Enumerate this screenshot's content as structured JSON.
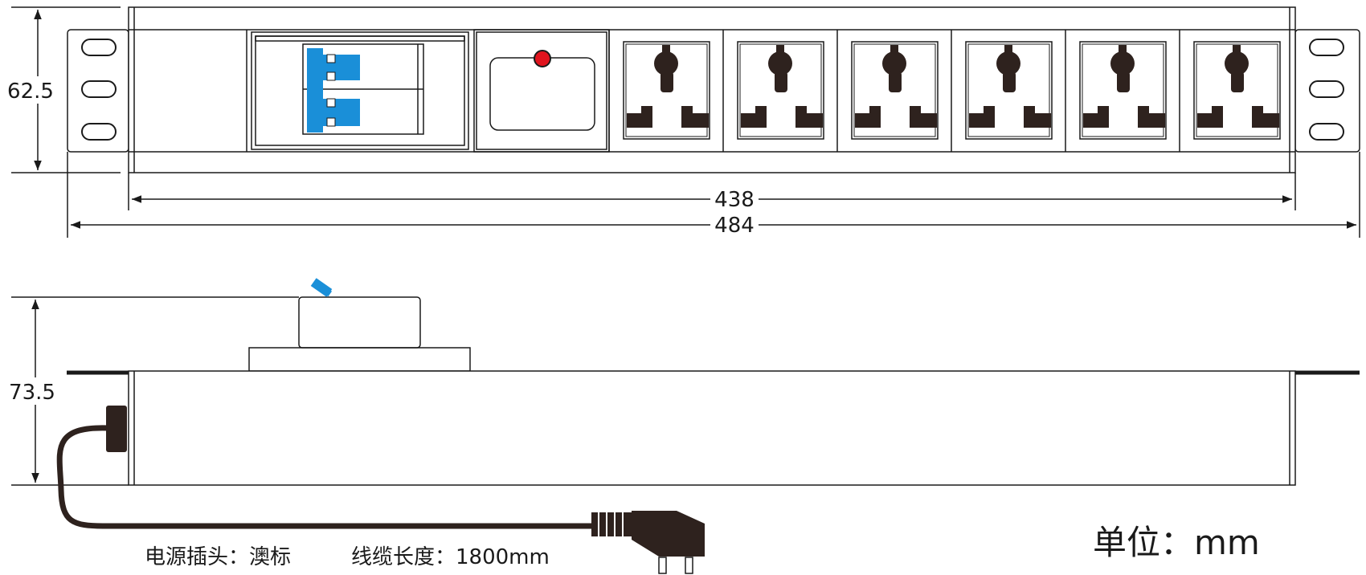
{
  "dimensions": {
    "front_height": "62.5",
    "inner_width": "438",
    "outer_width": "484",
    "side_height": "73.5"
  },
  "notes": {
    "plug_type": "电源插头：澳标",
    "cable_length": "线缆长度：1800mm",
    "unit": "单位：mm"
  },
  "colors": {
    "line": "#1a1a1a",
    "breaker": "#1a8fd8",
    "indicator": "#e0141e",
    "socket": "#2e221e"
  },
  "icons": {
    "breaker": "circuit-breaker-icon",
    "switch": "rocker-switch-icon",
    "socket": "universal-socket-icon",
    "plug": "power-plug-icon",
    "mount_hole": "mounting-slot-icon"
  },
  "socket_count": 6
}
